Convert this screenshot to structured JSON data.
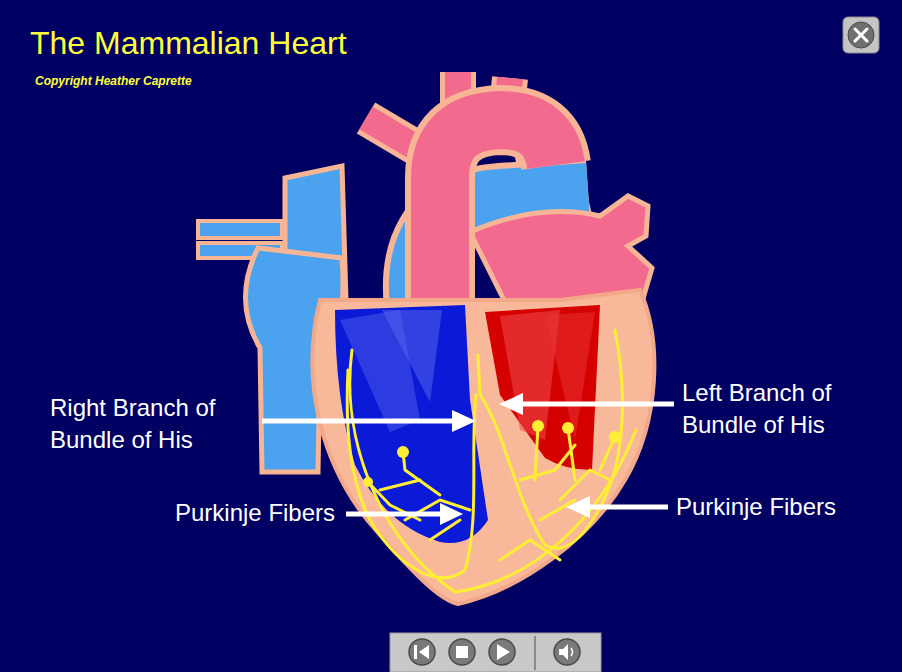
{
  "diagram": {
    "title": "The Mammalian Heart",
    "labels": [
      "Copyright Heather Caprette",
      "Right Branch of Bundle of His",
      "Left Branch of Bundle of His",
      "Purkinje Fibers",
      "Purkinje Fibers"
    ]
  }
}
